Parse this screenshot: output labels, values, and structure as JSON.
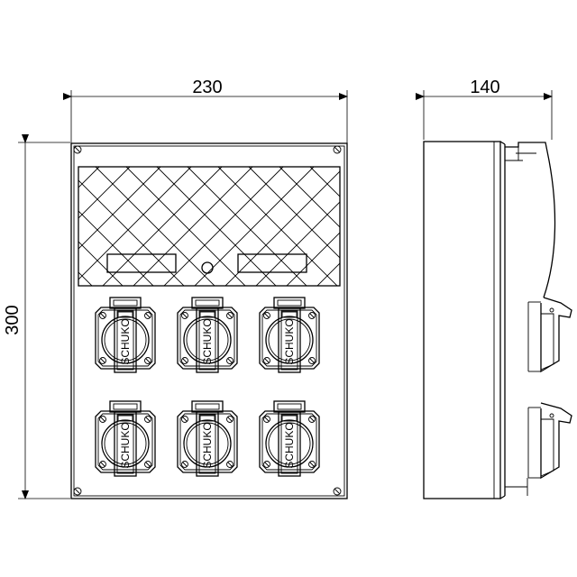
{
  "dimensions": {
    "width": "230",
    "depth": "140",
    "height": "300"
  },
  "socket_label": "SCHUKO",
  "socket_count": 6,
  "colors": {
    "line": "#000000",
    "background": "#ffffff"
  }
}
